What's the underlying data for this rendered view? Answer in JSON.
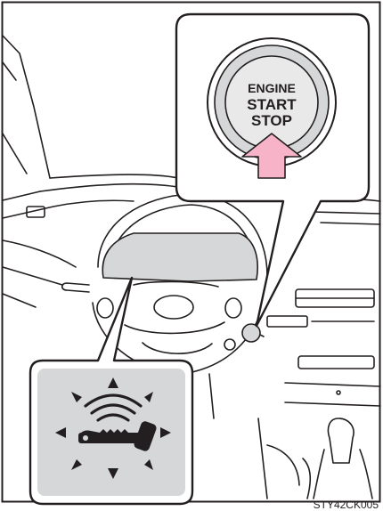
{
  "button": {
    "line1": "ENGINE",
    "line2": "START",
    "line3": "STOP"
  },
  "figure_code": "STY42CK005",
  "icons": {
    "press_arrow": "press-arrow-icon",
    "indicator": "smart-key-flashing-icon"
  },
  "colors": {
    "arrow_fill": "#f7b4c8",
    "callout_gray": "#d6d7d9",
    "line": "#231f20"
  }
}
